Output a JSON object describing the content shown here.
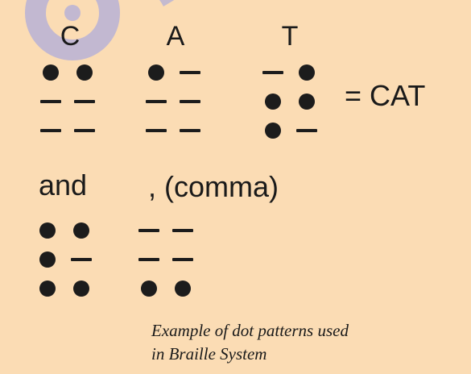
{
  "watermark": {
    "icon": "publisher-logo-mark",
    "color": "#b7b2d6"
  },
  "colors": {
    "background": "#fbdcb4",
    "ink": "#1c1c1c"
  },
  "row1": {
    "letters": [
      "C",
      "A",
      "T"
    ],
    "equals_text": "= CAT",
    "cells": [
      {
        "name": "braille-cell-c",
        "pattern": [
          [
            "dot",
            "dot"
          ],
          [
            "dash",
            "dash"
          ],
          [
            "dash",
            "dash"
          ]
        ]
      },
      {
        "name": "braille-cell-a",
        "pattern": [
          [
            "dot",
            "dash"
          ],
          [
            "dash",
            "dash"
          ],
          [
            "dash",
            "dash"
          ]
        ]
      },
      {
        "name": "braille-cell-t",
        "pattern": [
          [
            "dash",
            "dot"
          ],
          [
            "dot",
            "dot"
          ],
          [
            "dot",
            "dash"
          ]
        ]
      }
    ]
  },
  "row2": {
    "label_and": "and",
    "label_comma": ", (comma)",
    "cells": [
      {
        "name": "braille-cell-and",
        "pattern": [
          [
            "dot",
            "dot"
          ],
          [
            "dot",
            "dash"
          ],
          [
            "dot",
            "dot"
          ]
        ]
      },
      {
        "name": "braille-cell-comma",
        "pattern": [
          [
            "dash",
            "dash"
          ],
          [
            "dash",
            "dash"
          ],
          [
            "dot",
            "dot"
          ]
        ]
      }
    ]
  },
  "caption": {
    "line1": "Example of dot patterns used",
    "line2": "in Braille System"
  }
}
